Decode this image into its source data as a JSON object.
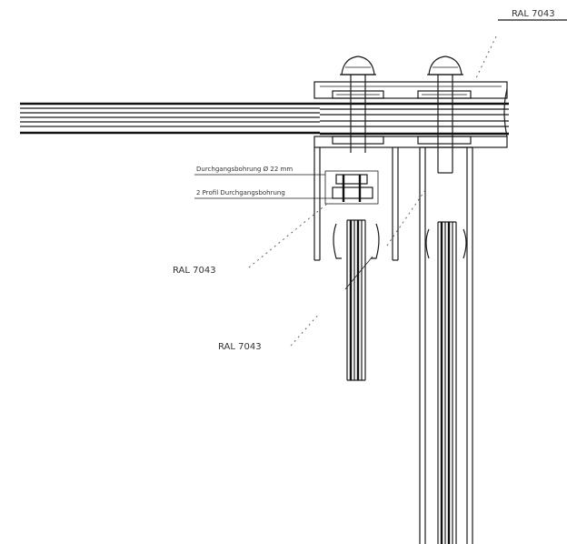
{
  "labels": {
    "ral_top": "RAL 7043",
    "ral_left": "RAL 7043",
    "ral_bottom": "RAL 7043",
    "note_1": "Durchgangsbohrung Ø 22 mm",
    "note_2": "2 Profil Durchgangsbohrung"
  }
}
